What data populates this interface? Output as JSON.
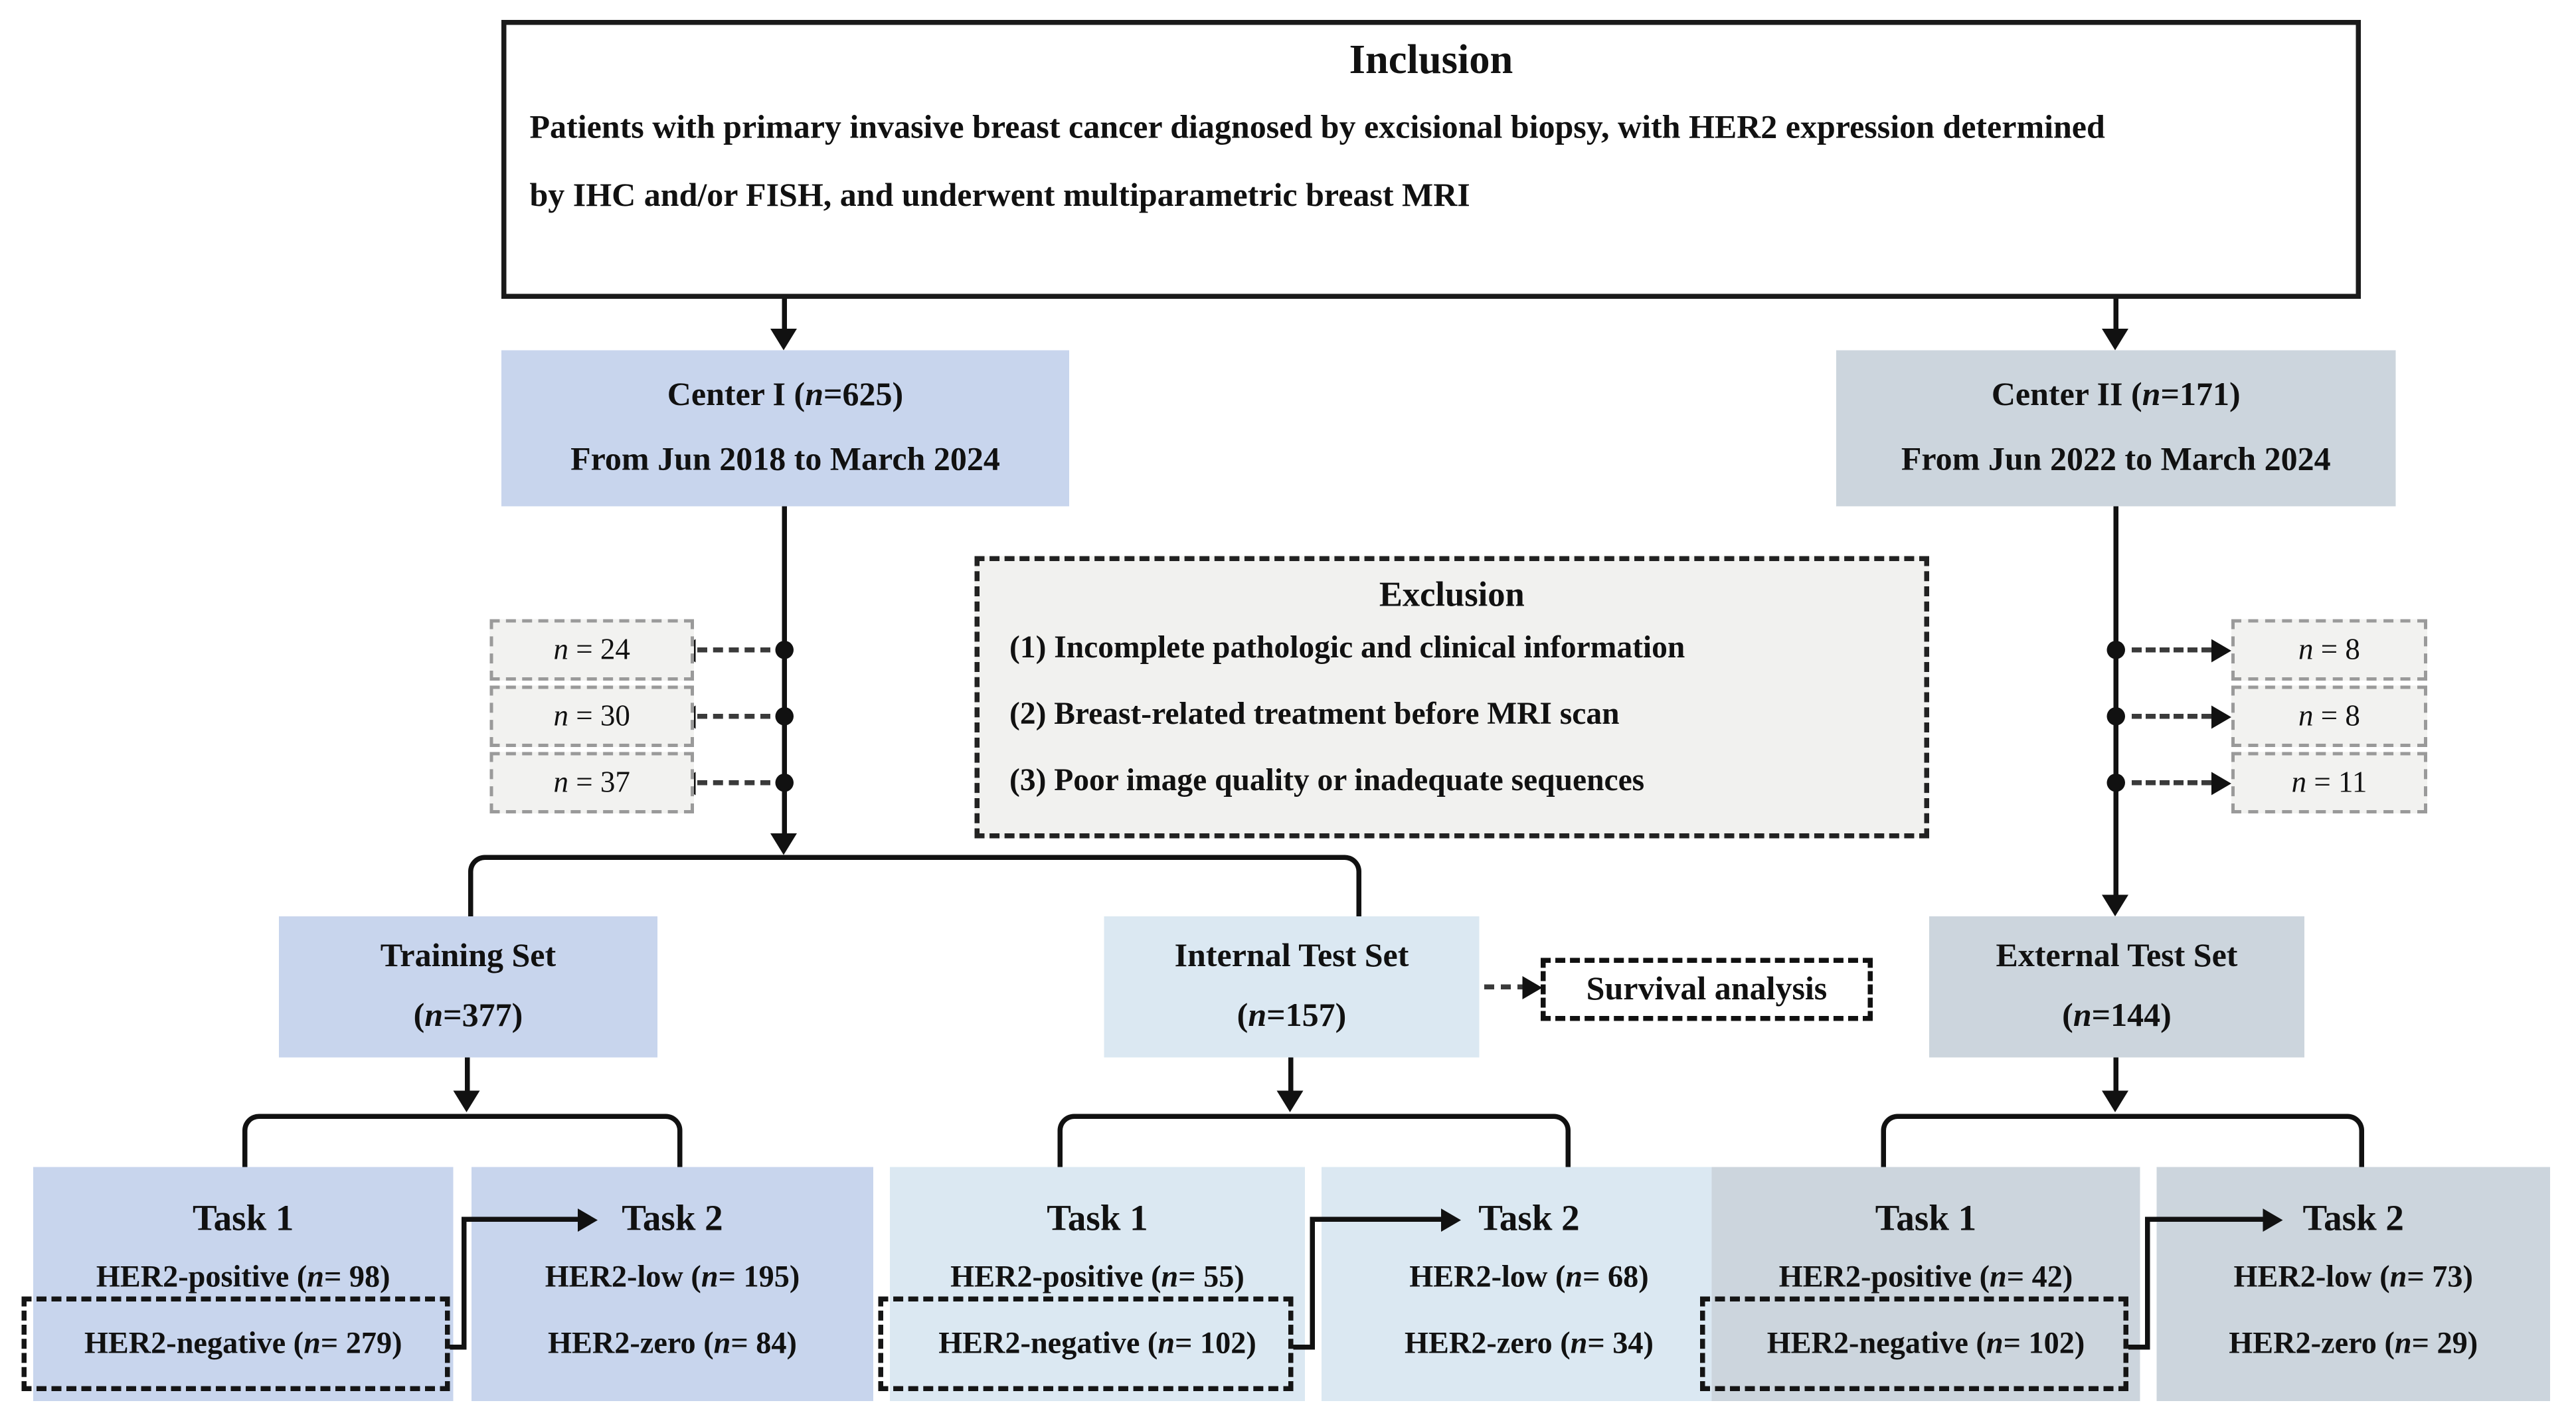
{
  "inclusion": {
    "title": "Inclusion",
    "body_line1": "Patients with primary invasive breast cancer diagnosed by excisional biopsy, with HER2 expression determined",
    "body_line2": "by IHC and/or FISH, and underwent multiparametric breast MRI"
  },
  "centers": {
    "center1": {
      "title": "Center I (*n*=625)",
      "subtitle": "From Jun 2018 to March 2024"
    },
    "center2": {
      "title": "Center II (*n*=171)",
      "subtitle": "From Jun 2022 to March 2024"
    }
  },
  "exclusion": {
    "title": "Exclusion",
    "items": [
      "(1) Incomplete pathologic and clinical information",
      "(2) Breast-related treatment before MRI scan",
      "(3) Poor image quality or inadequate sequences"
    ]
  },
  "excluded_left": {
    "box1": "*n* = 24",
    "box2": "*n* = 30",
    "box3": "*n* = 37"
  },
  "excluded_right": {
    "box1": "*n* = 8",
    "box2": "*n* = 8",
    "box3": "*n* = 11"
  },
  "sets": {
    "training": {
      "title": "Training Set",
      "subtitle": "(*n*=377)"
    },
    "internal": {
      "title": "Internal Test Set",
      "subtitle": "(*n*=157)"
    },
    "external": {
      "title": "External Test Set",
      "subtitle": "(*n*=144)"
    }
  },
  "survival": {
    "label": "Survival analysis"
  },
  "task_groups": {
    "training": {
      "task1": {
        "title": "Task 1",
        "line1": "HER2-positive (*n*= 98)",
        "line2": "HER2-negative (*n*= 279)"
      },
      "task2": {
        "title": "Task 2",
        "line1": "HER2-low (*n*= 195)",
        "line2": "HER2-zero (*n*= 84)"
      }
    },
    "internal": {
      "task1": {
        "title": "Task 1",
        "line1": "HER2-positive (*n*= 55)",
        "line2": "HER2-negative (*n*= 102)"
      },
      "task2": {
        "title": "Task 2",
        "line1": "HER2-low (*n*= 68)",
        "line2": "HER2-zero (*n*= 34)"
      }
    },
    "external": {
      "task1": {
        "title": "Task 1",
        "line1": "HER2-positive (*n*= 42)",
        "line2": "HER2-negative (*n*= 102)"
      },
      "task2": {
        "title": "Task 2",
        "line1": "HER2-low (*n*= 73)",
        "line2": "HER2-zero (*n*= 29)"
      }
    }
  },
  "colors": {
    "line_color": "#111111",
    "center1_fill": "#c8d5ed",
    "center2_fill": "#ccd5dd",
    "internal_fill": "#dbe8f2",
    "exclusion_fill": "#f1f1ef",
    "note_fill": "#f2f2f0"
  }
}
